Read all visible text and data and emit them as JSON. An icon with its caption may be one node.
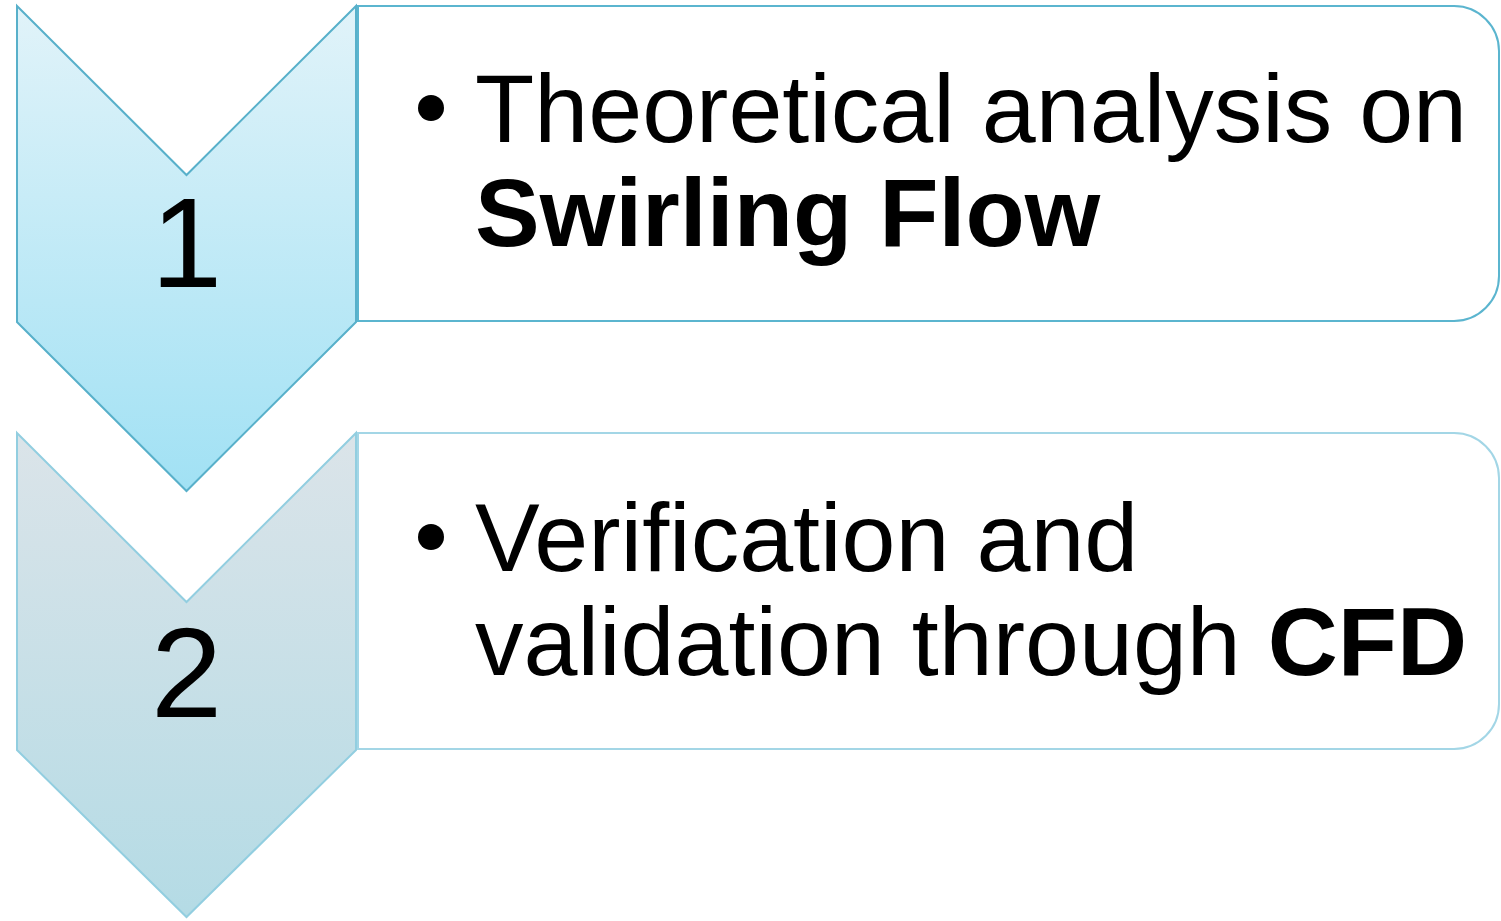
{
  "diagram": {
    "nodes": [
      {
        "text": [
          "1"
        ]
      },
      {
        "text": [
          "Theoretical analysis on **Swirling Flow**"
        ]
      },
      {
        "text": [
          "2"
        ]
      },
      {
        "text": [
          "Verification and validation through **CFD**"
        ]
      }
    ]
  }
}
